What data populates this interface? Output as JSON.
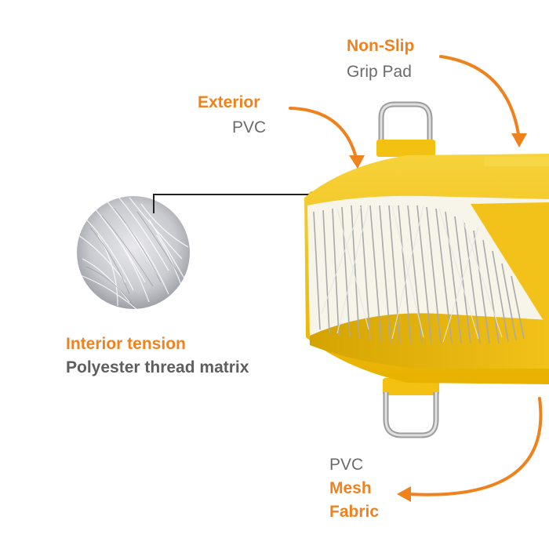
{
  "callouts": {
    "grip": {
      "title": "Non-Slip",
      "subtitle": "Grip Pad"
    },
    "exterior": {
      "title": "Exterior",
      "subtitle": "PVC"
    },
    "interior": {
      "title": "Interior tension",
      "subtitle": "Polyester thread matrix"
    },
    "mesh": {
      "line1": "PVC",
      "line2": "Mesh",
      "line3": "Fabric"
    }
  },
  "colors": {
    "accent": "#f0821e",
    "body_yellow": "#f5c518",
    "text_gray": "#6b6b6b",
    "steel": "#b8b8b8"
  },
  "icons": [
    "arrow-grip-icon",
    "arrow-exterior-icon",
    "arrow-mesh-icon",
    "d-ring-icon"
  ]
}
